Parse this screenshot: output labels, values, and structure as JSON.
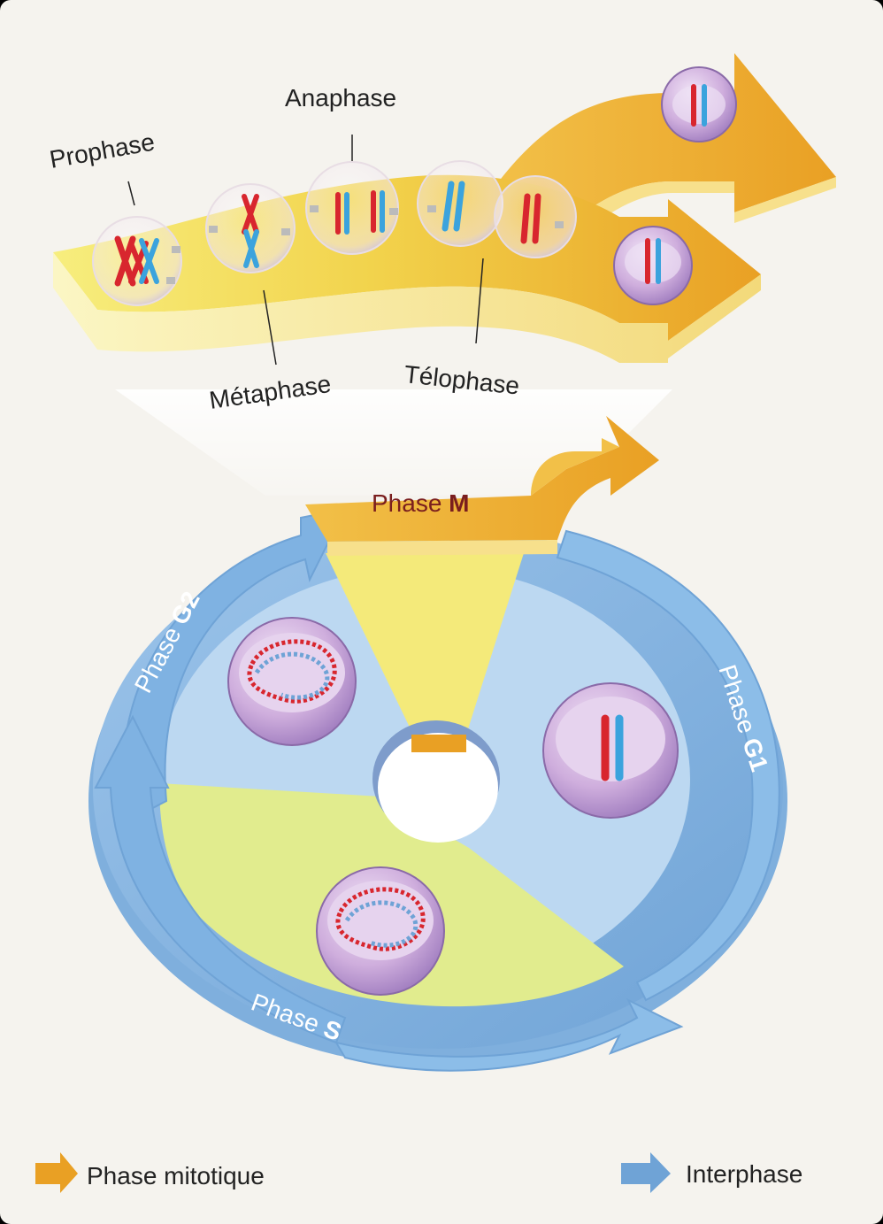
{
  "stages": {
    "prophase": "Prophase",
    "metaphase": "Métaphase",
    "anaphase": "Anaphase",
    "telophase": "Télophase"
  },
  "cycle": {
    "m": {
      "prefix": "Phase ",
      "letter": "M"
    },
    "g1": {
      "prefix": "Phase ",
      "letter": "G1"
    },
    "g2": {
      "prefix": "Phase ",
      "letter": "G2"
    },
    "s": {
      "prefix": "Phase ",
      "letter": "S"
    }
  },
  "legend": {
    "mitotic": "Phase mitotique",
    "interphase": "Interphase"
  },
  "colors": {
    "mitotic_orange": "#E9A024",
    "interphase_blue": "#6FA3D6",
    "ring_blue": "#A9CDEE",
    "m_sector_yellow": "#F4EA7A",
    "s_sector_green": "#E1EC8E",
    "chromosome_red": "#D8262E",
    "chromosome_blue": "#3BA3DD",
    "nucleus_purple": "#C9A9DB",
    "m_letter": "#7A1E1E"
  }
}
